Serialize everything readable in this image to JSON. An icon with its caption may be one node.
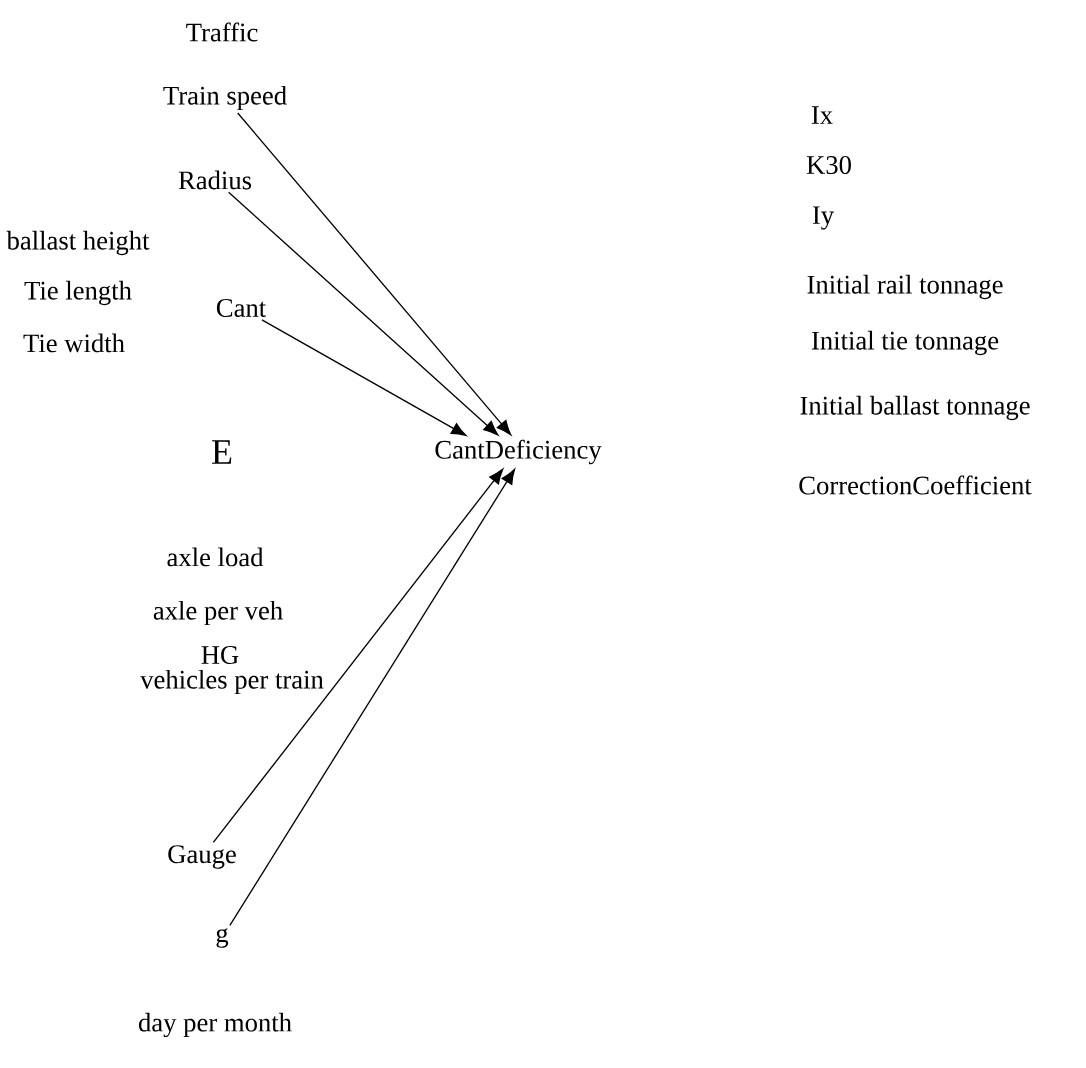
{
  "diagram": {
    "nodes": [
      {
        "text": [
          "Train speed"
        ]
      },
      {
        "text": [
          "Radius"
        ]
      },
      {
        "text": [
          "Cant"
        ]
      },
      {
        "text": [
          "CantDeficiency"
        ]
      },
      {
        "text": [
          "Gauge"
        ]
      },
      {
        "text": [
          "g"
        ]
      }
    ],
    "edges": [
      {
        "from": 0,
        "to": 3,
        "arrow": "to"
      },
      {
        "from": 1,
        "to": 3,
        "arrow": "to"
      },
      {
        "from": 2,
        "to": 3,
        "arrow": "to"
      },
      {
        "from": 4,
        "to": 3,
        "arrow": "to"
      },
      {
        "from": 5,
        "to": 3,
        "arrow": "to"
      }
    ],
    "labels": [
      "Traffic",
      "Ix",
      "K30",
      "Iy",
      "ballast height",
      "Initial rail tonnage",
      "Tie length",
      "Tie width",
      "Initial tie tonnage",
      "E",
      "Initial ballast tonnage",
      "axle load",
      "CorrectionCoefficient",
      "axle per veh",
      "HG",
      "vehicles per train",
      "day per month"
    ]
  }
}
